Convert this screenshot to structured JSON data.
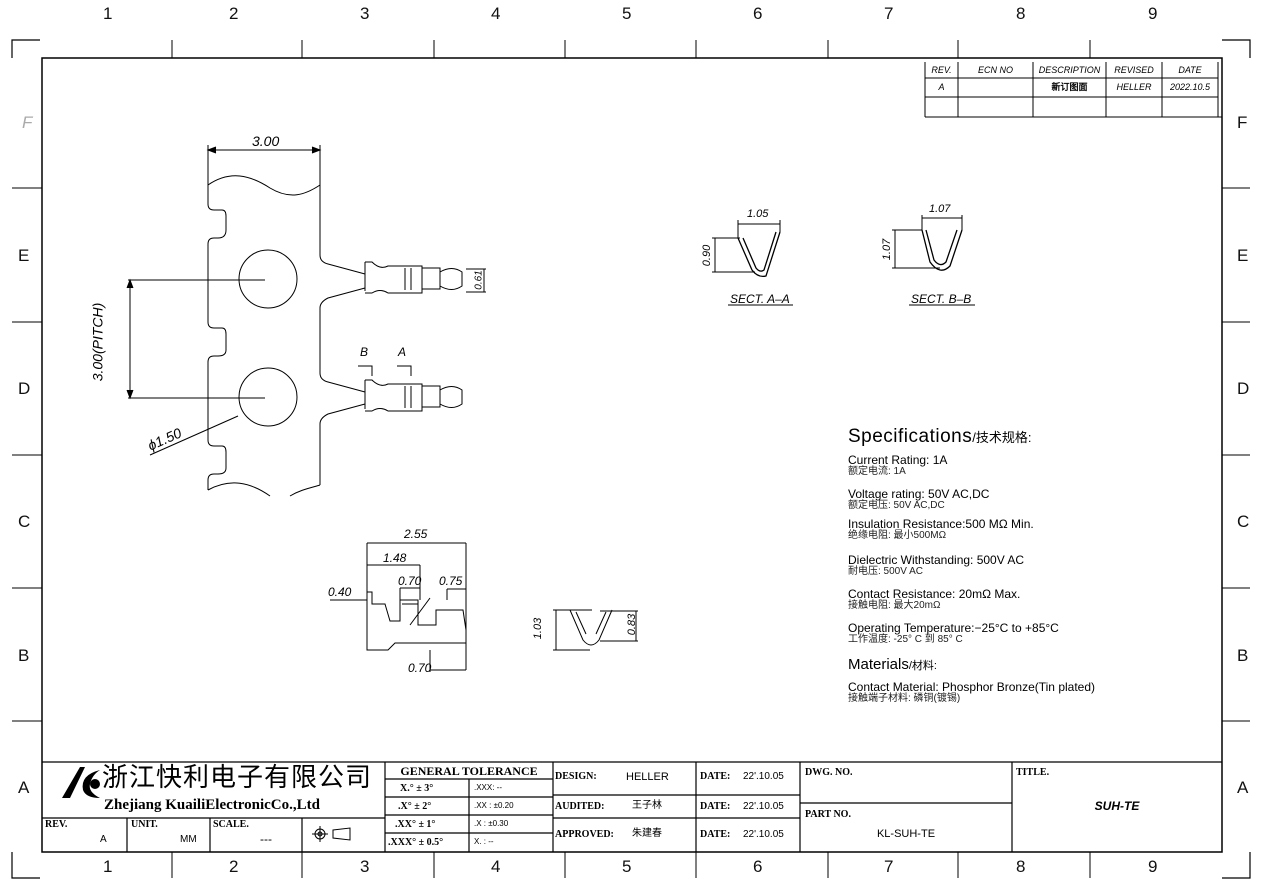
{
  "grid": {
    "columns": [
      "1",
      "2",
      "3",
      "4",
      "5",
      "6",
      "7",
      "8",
      "9"
    ],
    "rows": [
      "F",
      "E",
      "D",
      "C",
      "B",
      "A"
    ]
  },
  "revision_table": {
    "headers": [
      "REV.",
      "ECN NO",
      "DESCRIPTION",
      "REVISED",
      "DATE"
    ],
    "rows": [
      [
        "A",
        "",
        "新订图面",
        "HELLER",
        "2022.10.5"
      ]
    ]
  },
  "dimensions": {
    "width_top": "3.00",
    "pitch": "3.00(PITCH)",
    "hole_dia": "ϕ1.50",
    "tip_height": "0.61",
    "section_b_label": "B",
    "section_a_label": "A",
    "side_2_55": "2.55",
    "side_1_48": "1.48",
    "side_0_70_top": "0.70",
    "side_0_75": "0.75",
    "side_0_40": "0.40",
    "side_0_70_bottom": "0.70",
    "front_1_03": "1.03",
    "front_0_83": "0.83",
    "sect_a_width": "1.05",
    "sect_a_height": "0.90",
    "sect_b_width": "1.07",
    "sect_b_height": "1.07",
    "sect_a_title": "SECT. A–A",
    "sect_b_title": "SECT. B–B"
  },
  "specifications": {
    "title": "Specifications",
    "title_cn": "/技术规格:",
    "items": [
      {
        "en": "Current Rating:  1A",
        "cn": "额定电流: 1A"
      },
      {
        "en": "Voltage rating: 50V AC,DC",
        "cn": "额定电压: 50V AC,DC"
      },
      {
        "en": "Insulation Resistance:500 MΩ Min.",
        "cn": "绝缘电阻: 最小500MΩ"
      },
      {
        "en": "Dielectric Withstanding:  500V AC",
        "cn": "耐电压: 500V AC"
      },
      {
        "en": "Contact Resistance:  20mΩ Max.",
        "cn": "接触电阻: 最大20mΩ"
      },
      {
        "en": "Operating Temperature:−25°C to +85°C",
        "cn": "工作温度: -25° C 到 85° C"
      }
    ],
    "materials_title": "Materials",
    "materials_title_cn": "/材料:",
    "material": {
      "en": "Contact Material: Phosphor Bronze(Tin plated)",
      "cn": "接触端子材料: 磷铜(镀锡)"
    }
  },
  "title_block": {
    "company_cn": "浙江快利电子有限公司",
    "company_en": "Zhejiang KuailiElectronicCo.,Ltd",
    "rev_label": "REV.",
    "rev_value": "A",
    "unit_label": "UNIT.",
    "unit_value": "MM",
    "scale_label": "SCALE.",
    "scale_value": "---",
    "tolerance_title": "GENERAL  TOLERANCE",
    "tolerance_angle": [
      "X.° ± 3°",
      ".X° ± 2°",
      ".XX° ± 1°",
      ".XXX° ± 0.5°"
    ],
    "tolerance_linear": [
      ".XXX:  --",
      ".XX :  ±0.20",
      ".X  :  ±0.30",
      "X.   :  --"
    ],
    "design_label": "DESIGN:",
    "design_value": "HELLER",
    "audited_label": "AUDITED:",
    "audited_value": "王子林",
    "approved_label": "APPROVED:",
    "approved_value": "朱建春",
    "date_label": "DATE:",
    "dates": [
      "22'.10.05",
      "22'.10.05",
      "22'.10.05"
    ],
    "dwg_no_label": "DWG. NO.",
    "part_no_label": "PART NO.",
    "part_no_value": "KL-SUH-TE",
    "title_label": "TITLE.",
    "title_value": "SUH-TE"
  }
}
